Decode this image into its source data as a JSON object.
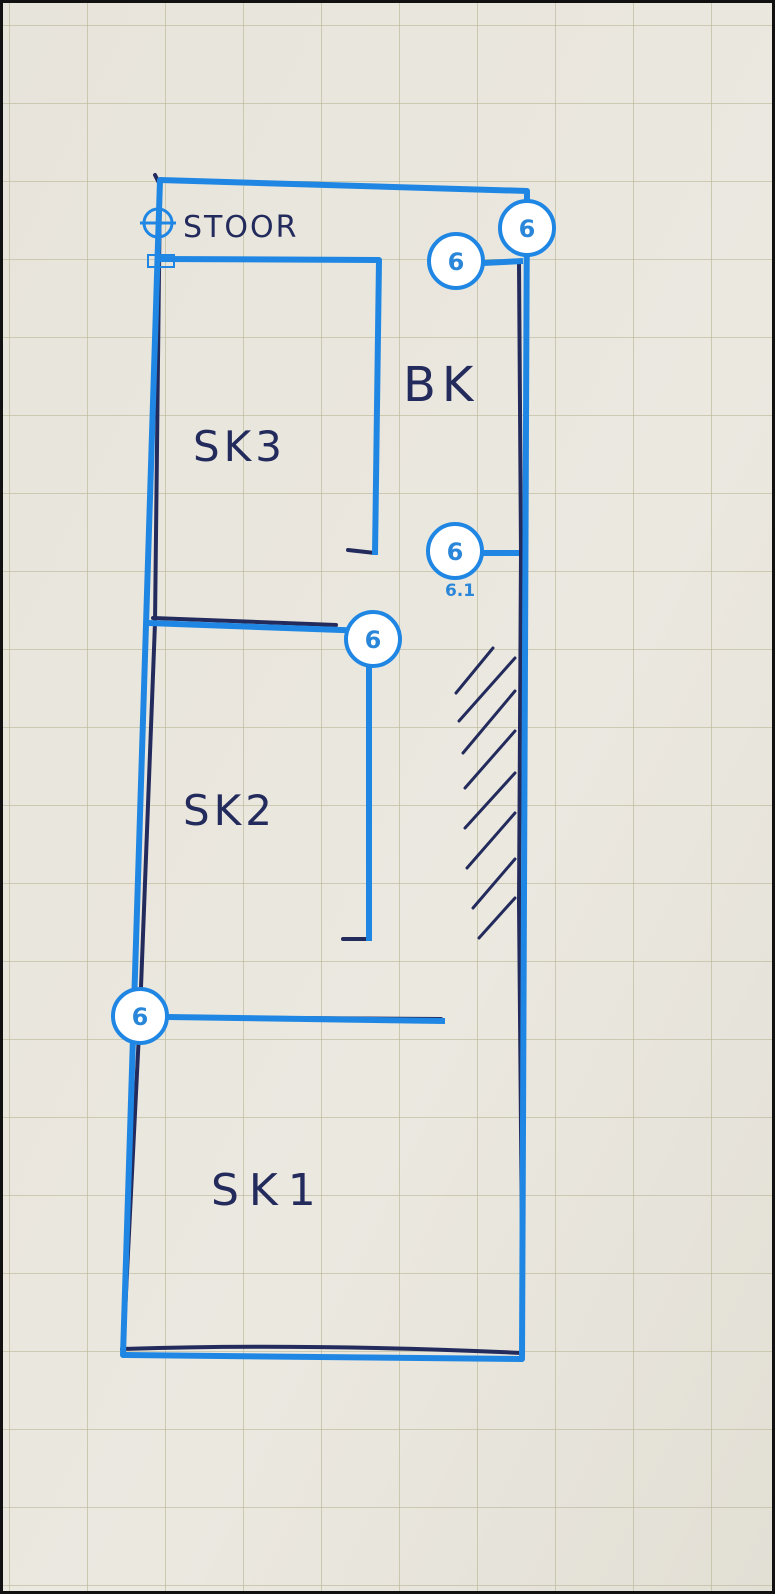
{
  "labels": {
    "stoor": "STOOR",
    "bk": "BK",
    "sk3": "SK3",
    "sk2": "SK2",
    "sk1": "SK1"
  },
  "markers": {
    "m1": "6",
    "m2": "6",
    "m3": "6",
    "m3_sub": "6.1",
    "m4": "6",
    "m5": "6"
  },
  "colors": {
    "paper": "#e9e6dd",
    "grid": "#b9b896",
    "overlay_line": "#1f87e3",
    "ink": "#232a5c",
    "badge_fill": "#ffffff",
    "badge_text": "#2a86d8"
  }
}
